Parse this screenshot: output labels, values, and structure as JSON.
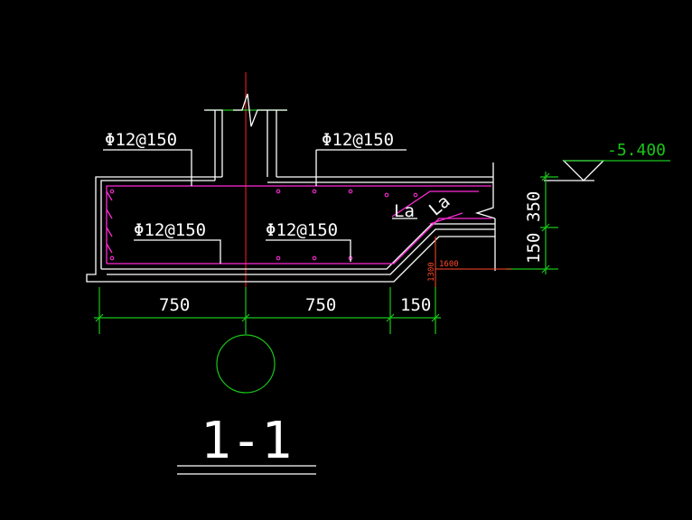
{
  "labels": {
    "rebar_top_left": "Φ12@150",
    "rebar_top_right": "Φ12@150",
    "rebar_bottom_left": "Φ12@150",
    "rebar_bottom_right": "Φ12@150",
    "anchorage_1": "La",
    "anchorage_2": "La"
  },
  "elevation": "-5.400",
  "dimensions": {
    "bottom_1": "750",
    "bottom_2": "750",
    "bottom_3": "150",
    "right_upper": "350",
    "right_lower": "150",
    "small_horizontal": "1600",
    "small_vertical": "1300"
  },
  "section_title": "1-1",
  "colors": {
    "background": "#000000",
    "outline": "#ffffff",
    "dimension": "#19c619",
    "rebar": "#ff2bd8",
    "centerline": "#ff2020",
    "small_dim": "#ff4a2a"
  }
}
